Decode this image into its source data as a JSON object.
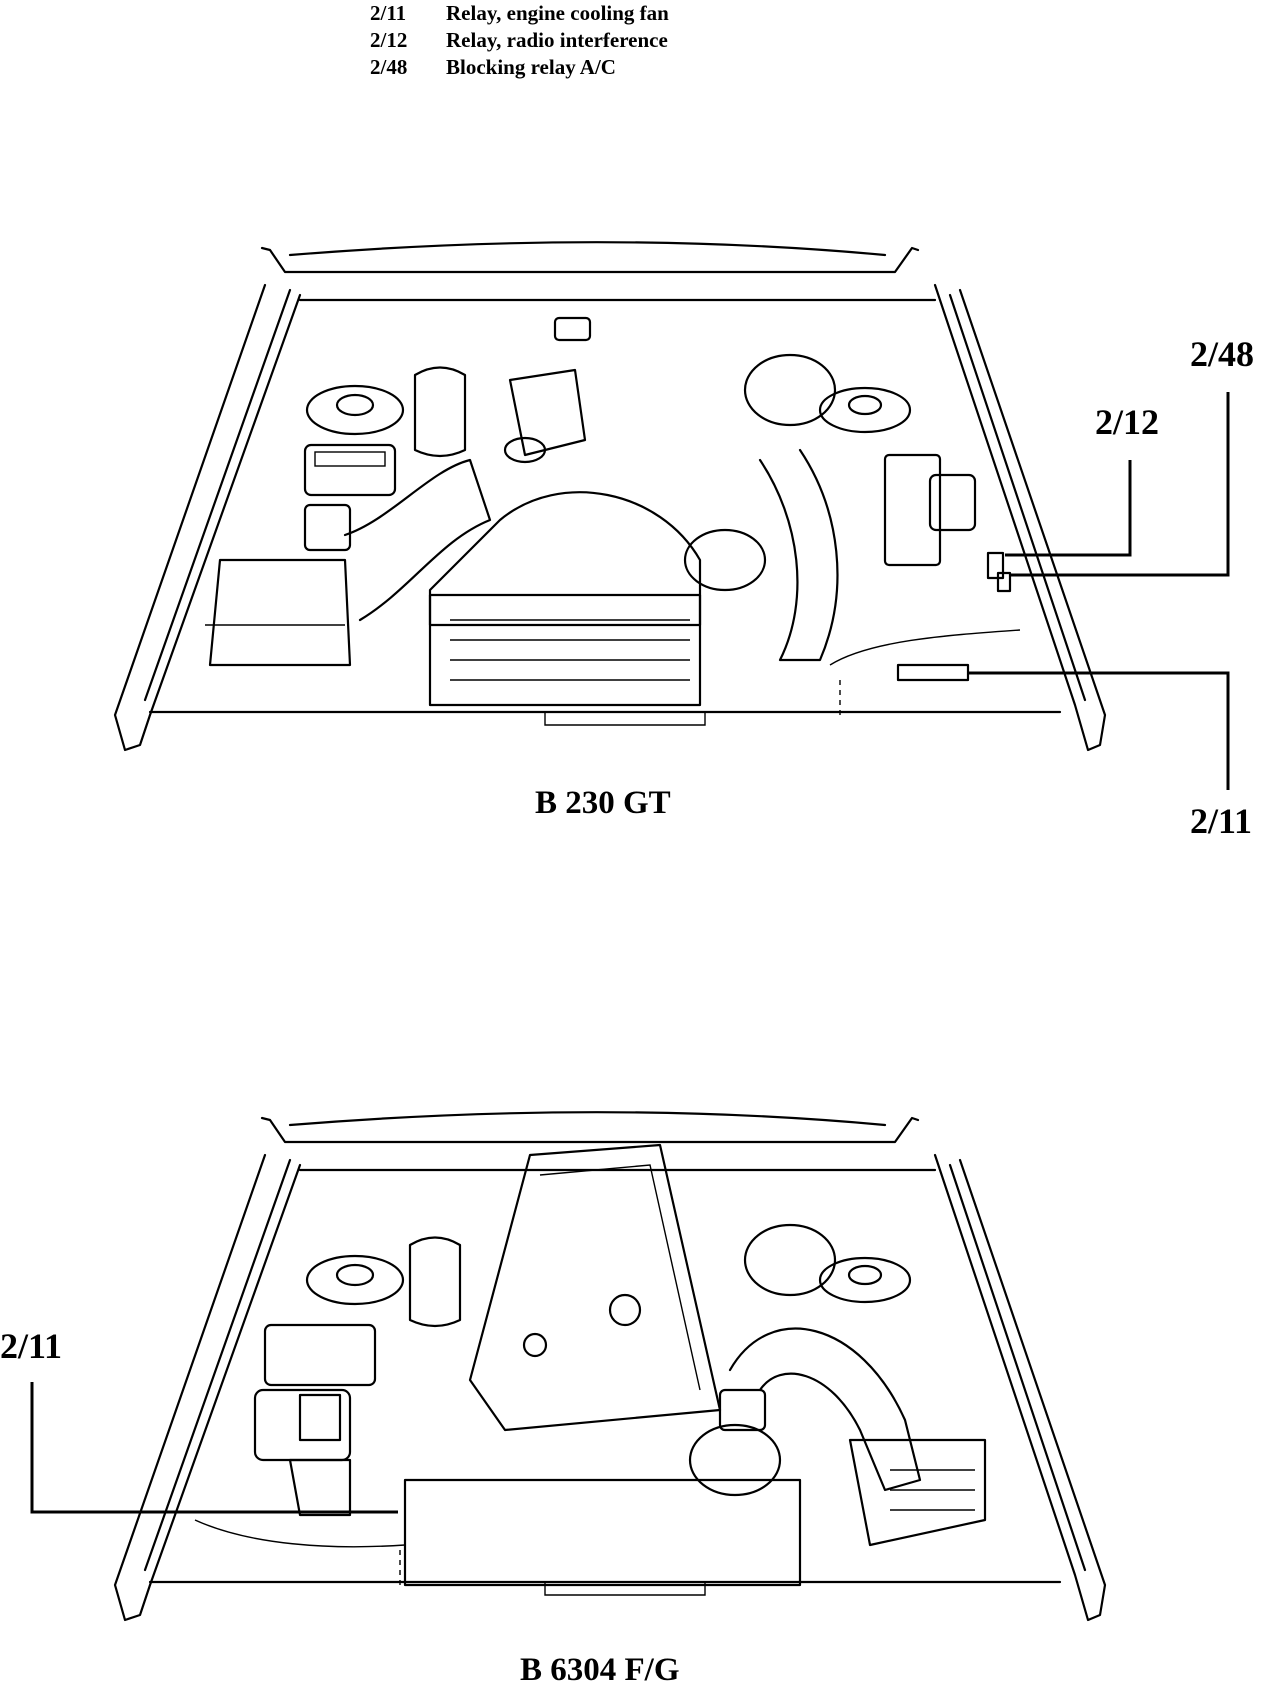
{
  "legend": [
    {
      "code": "2/11",
      "desc": "Relay, engine cooling fan"
    },
    {
      "code": "2/12",
      "desc": "Relay, radio interference"
    },
    {
      "code": "2/48",
      "desc": "Blocking relay A/C"
    }
  ],
  "diagram_top": {
    "title": "B 230 GT",
    "callouts": {
      "c248": "2/48",
      "c212": "2/12",
      "c211": "2/11"
    }
  },
  "diagram_bottom": {
    "title": "B 6304 F/G",
    "callouts": {
      "c211": "2/11"
    }
  }
}
